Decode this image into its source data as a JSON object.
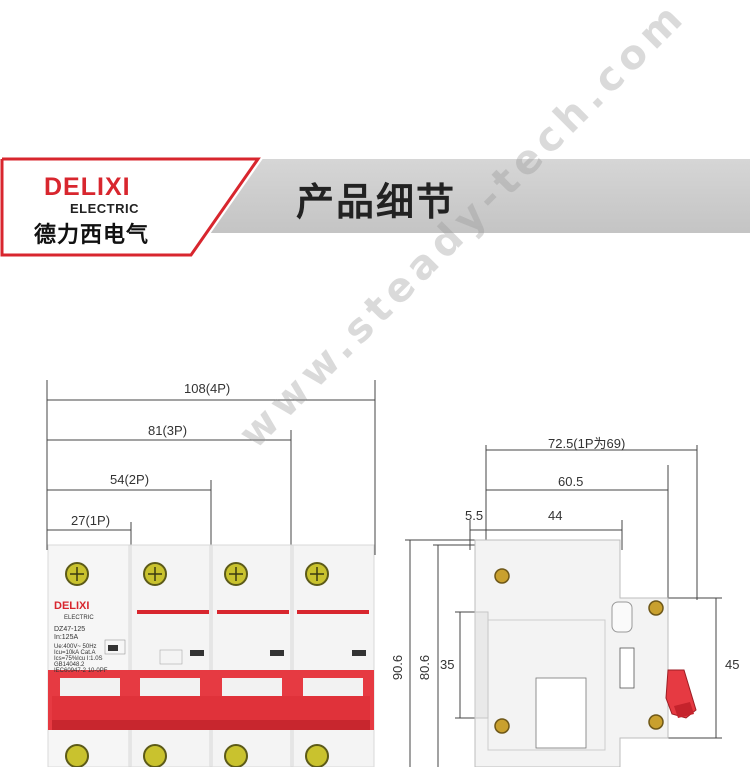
{
  "logo": {
    "brand": "DELIXI",
    "sub": "ELECTRIC",
    "cn": "德力西电气"
  },
  "banner": {
    "title": "产品细节"
  },
  "front_view": {
    "dims": {
      "w4p": "108(4P)",
      "w3p": "81(3P)",
      "w2p": "54(2P)",
      "w1p": "27(1P)"
    },
    "label": {
      "brand": "DELIXI",
      "sub": "ELECTRIC",
      "model": "DZ47-125",
      "rating": "In:125A",
      "lines": [
        "Ue:400V~  50Hz",
        "Icu=10kA  Cat.A",
        "Ics=75%Icu  I:1.0S",
        "GB14048.2",
        "IEC60947-2  10-0PF"
      ]
    }
  },
  "side_view": {
    "dims": {
      "depth_total": "72.5(1P为69)",
      "depth_605": "60.5",
      "depth_55": "5.5",
      "depth_44": "44",
      "h906": "90.6",
      "h806": "80.6",
      "h35": "35",
      "h45": "45"
    }
  },
  "watermark": "www.steady-tech.com",
  "colors": {
    "brand_red": "#d8262e",
    "banner_gray": "#c8c8c8",
    "handle_red": "#e63a42"
  }
}
